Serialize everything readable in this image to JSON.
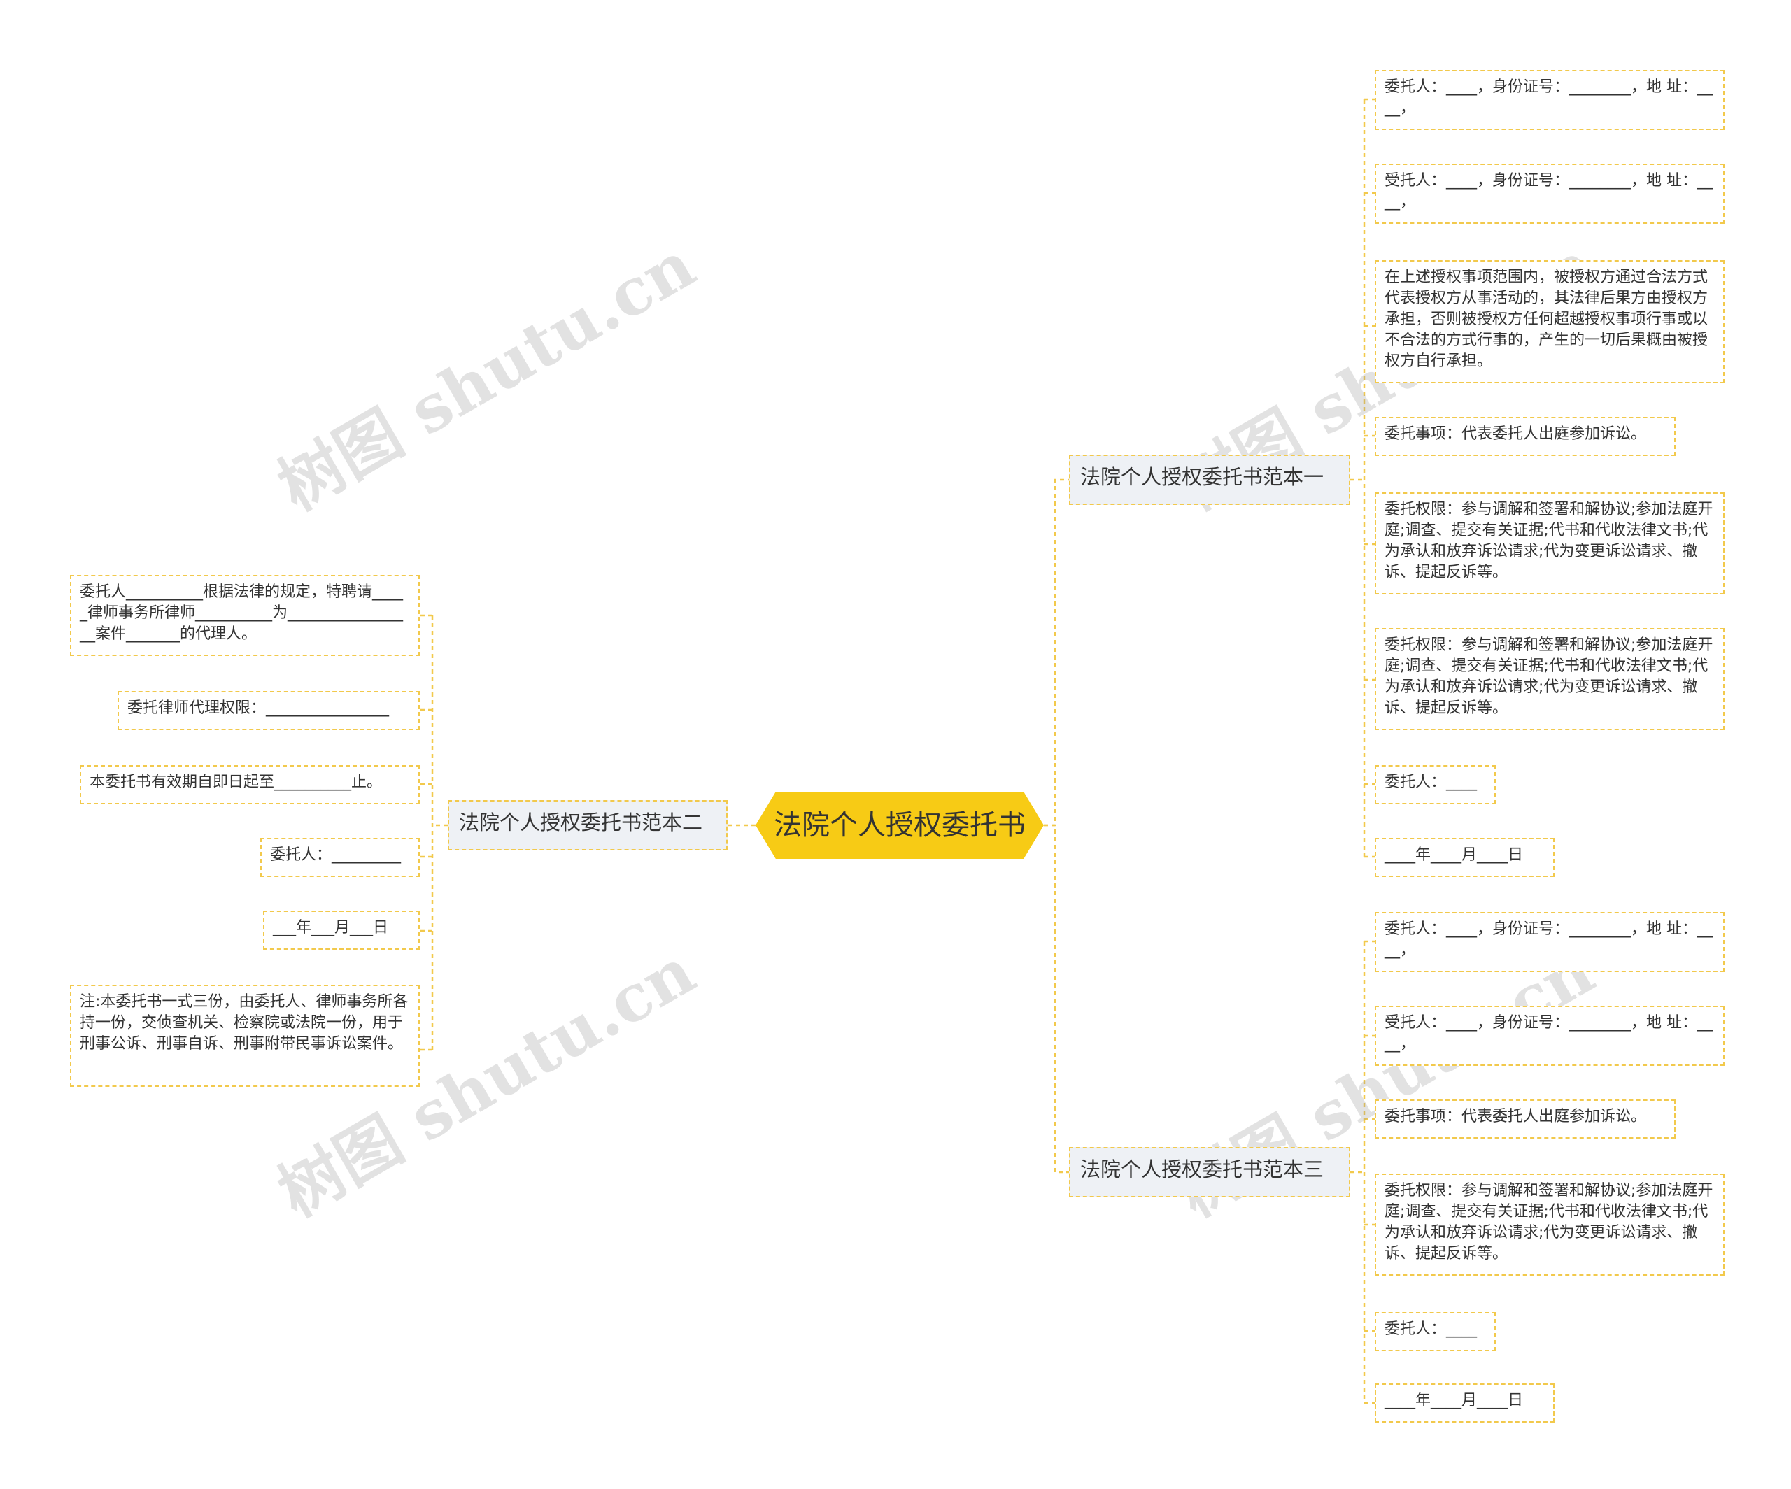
{
  "root": {
    "label": "法院个人授权委托书"
  },
  "branches": {
    "one": {
      "label": "法院个人授权委托书范本一",
      "items": [
        "委托人：____，身份证号：________，地 址：____，",
        "受托人：____，身份证号：________，地 址：____，",
        "在上述授权事项范围内，被授权方通过合法方式代表授权方从事活动的，其法律后果方由授权方承担，否则被授权方任何超越授权事项行事或以不合法的方式行事的，产生的一切后果概由被授权方自行承担。",
        "委托事项：代表委托人出庭参加诉讼。",
        "委托权限：参与调解和签署和解协议;参加法庭开庭;调查、提交有关证据;代书和代收法律文书;代为承认和放弃诉讼请求;代为变更诉讼请求、撤诉、提起反诉等。",
        "委托权限：参与调解和签署和解协议;参加法庭开庭;调查、提交有关证据;代书和代收法律文书;代为承认和放弃诉讼请求;代为变更诉讼请求、撤诉、提起反诉等。",
        "委托人：____",
        "____年____月____日"
      ]
    },
    "two": {
      "label": "法院个人授权委托书范本二",
      "items": [
        "委托人__________根据法律的规定，特聘请_____律师事务所律师__________为_________________案件_______的代理人。",
        "委托律师代理权限：________________",
        "本委托书有效期自即日起至__________止。",
        "委托人：_________",
        "___年___月___日",
        "注:本委托书一式三份，由委托人、律师事务所各持一份，交侦查机关、检察院或法院一份，用于刑事公诉、刑事自诉、刑事附带民事诉讼案件。"
      ]
    },
    "three": {
      "label": "法院个人授权委托书范本三",
      "items": [
        "委托人：____，身份证号：________，地 址：____，",
        "受托人：____，身份证号：________，地 址：____，",
        "委托事项：代表委托人出庭参加诉讼。",
        "委托权限：参与调解和签署和解协议;参加法庭开庭;调查、提交有关证据;代书和代收法律文书;代为承认和放弃诉讼请求;代为变更诉讼请求、撤诉、提起反诉等。",
        "委托人：____",
        "____年____月____日"
      ]
    }
  },
  "watermark": "树图 shutu.cn",
  "colors": {
    "accent": "#f7cb15",
    "line": "#f2c94c",
    "branch_bg": "#eef1f5",
    "text": "#333333"
  }
}
